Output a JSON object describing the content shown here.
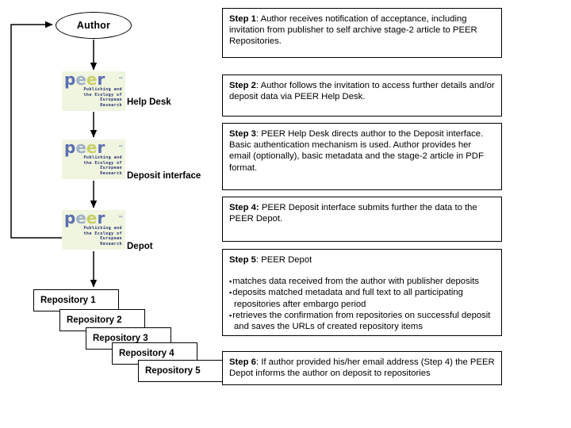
{
  "diagram": {
    "title_nodes": {
      "author": "Author",
      "help_desk": "Help Desk",
      "deposit_interface": "Deposit interface",
      "depot": "Depot"
    },
    "logo": {
      "word_p": "p",
      "word_e1": "e",
      "word_e2": "e",
      "word_r": "r",
      "trademark": "™",
      "tagline_line1": "Publishing and",
      "tagline_line2": "the Ecology of",
      "tagline_line3": "European",
      "tagline_line4": "Research",
      "background_color": "#f0f5e0",
      "text_color": "#27316b",
      "accent_blue": "#5b6fb0",
      "accent_green": "#c9cf6a"
    },
    "repositories": [
      {
        "label": "Repository 1"
      },
      {
        "label": "Repository 2"
      },
      {
        "label": "Repository 3"
      },
      {
        "label": "Repository 4"
      },
      {
        "label": "Repository 5"
      }
    ]
  },
  "steps": [
    {
      "lead": "Step 1",
      "sep": ": ",
      "body": "Author receives notification of acceptance, including invitation from publisher to self archive stage-2 article to PEER Repositories."
    },
    {
      "lead": "Step 2",
      "sep": ": ",
      "body": "Author follows the invitation to access further details and/or deposit data via PEER Help Desk."
    },
    {
      "lead": "Step 3",
      "sep": ": ",
      "body": "PEER Help Desk directs author to the Deposit interface.",
      "body2": "Basic authentication mechanism is used. Author provides her email (optionally), basic metadata and the stage-2 article in PDF format."
    },
    {
      "lead": "Step 4:",
      "sep": " ",
      "body": "PEER Deposit interface  submits further the data to the PEER Depot."
    },
    {
      "lead": "Step 5",
      "sep": ": ",
      "body": "PEER Depot",
      "bullets": [
        "matches data received from the author with publisher deposits",
        "deposits matched metadata and full text to all participating repositories after embargo period",
        "retrieves the confirmation from repositories on successful deposit and saves the URLs of created repository items"
      ]
    },
    {
      "lead": "Step 6",
      "sep": ": ",
      "body": "If author provided his/her email address (Step 4) the PEER Depot informs the author on deposit to repositories"
    }
  ]
}
